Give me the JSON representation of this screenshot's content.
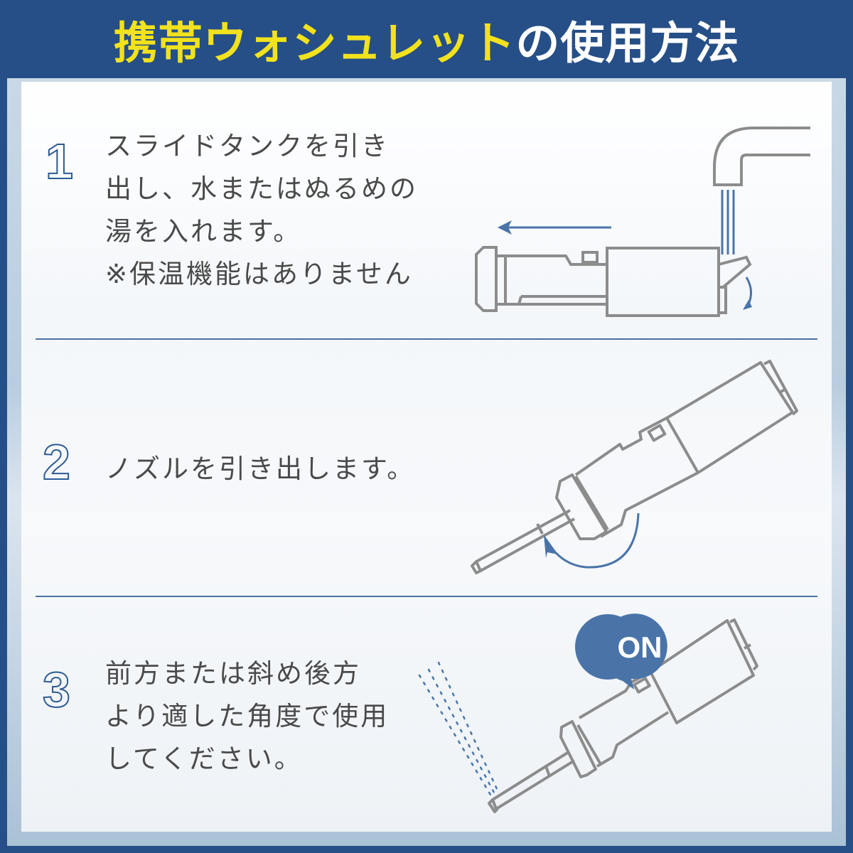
{
  "header": {
    "title_highlight": "携帯ウォシュレット",
    "title_rest": "の使用方法",
    "colors": {
      "background": "#264f87",
      "highlight": "#f1e21d",
      "text": "#ffffff"
    }
  },
  "steps": [
    {
      "number": "1",
      "lines": [
        "スライドタンクを引き",
        "出し、水またはぬるめの",
        "湯を入れます。",
        "※保温機能はありません"
      ],
      "illustration": "tank-fill-illustration"
    },
    {
      "number": "2",
      "lines": [
        "ノズルを引き出します。"
      ],
      "illustration": "nozzle-extend-illustration"
    },
    {
      "number": "3",
      "lines": [
        "前方または斜め後方",
        "より適した角度で使用",
        "してください。"
      ],
      "illustration": "spray-use-illustration",
      "badge": "ON"
    }
  ],
  "colors": {
    "accent": "#4a74a8",
    "line_art": "#8c8c8c",
    "text": "#4a4a4a",
    "number_outline": "#2d5a94"
  }
}
